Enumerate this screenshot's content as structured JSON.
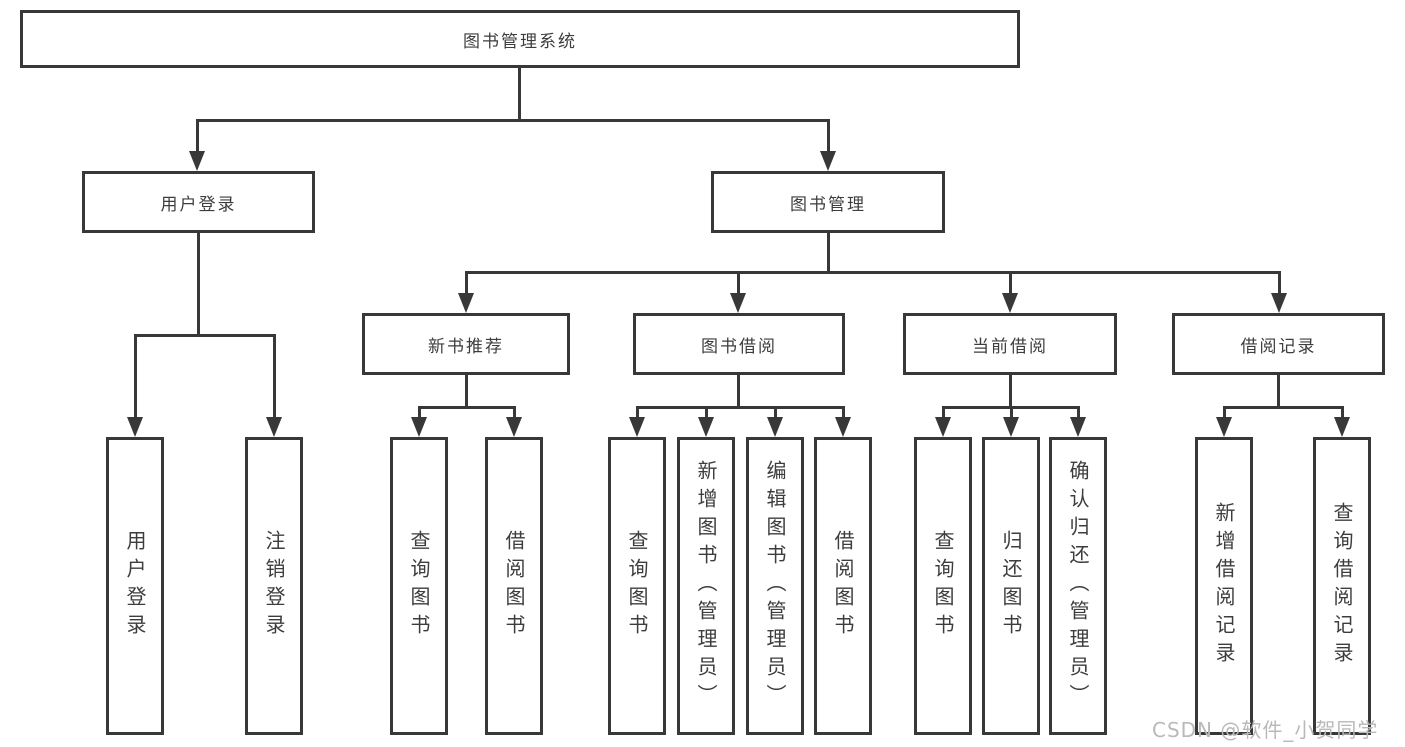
{
  "diagram": {
    "title": "图书管理系统",
    "level2": {
      "user_login": "用户登录",
      "book_mgmt": "图书管理"
    },
    "level3": {
      "new_books": "新书推荐",
      "book_borrow": "图书借阅",
      "current_borrow": "当前借阅",
      "borrow_records": "借阅记录"
    },
    "level4": {
      "user_login": "用户登录",
      "logout": "注销登录",
      "nb_query_books": "查询图书",
      "nb_borrow_books": "借阅图书",
      "bb_query_books": "查询图书",
      "bb_add_books": "新增图书（管理员）",
      "bb_edit_books": "编辑图书（管理员）",
      "bb_borrow_books": "借阅图书",
      "cb_query_books": "查询图书",
      "cb_return_books": "归还图书",
      "cb_confirm_return": "确认归还（管理员）",
      "br_add_record": "新增借阅记录",
      "br_query_record": "查询借阅记录"
    },
    "watermark": "CSDN @软件_小贺同学",
    "colors": {
      "line": "#383838",
      "text": "#3d3d3d",
      "background": "#ffffff",
      "watermark": "#b9b9b9"
    }
  }
}
